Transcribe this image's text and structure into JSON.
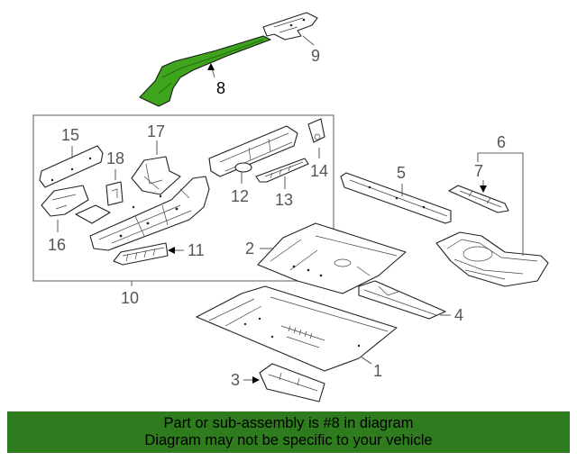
{
  "diagram": {
    "highlight_color": "#3ea31d",
    "callouts": {
      "c1": "1",
      "c2": "2",
      "c3": "3",
      "c4": "4",
      "c5": "5",
      "c6": "6",
      "c7": "7",
      "c8": "8",
      "c9": "9",
      "c10": "10",
      "c11": "11",
      "c12": "12",
      "c13": "13",
      "c14": "14",
      "c15": "15",
      "c16": "16",
      "c17": "17",
      "c18": "18"
    }
  },
  "banner": {
    "line1": "Part or sub-assembly is #8 in diagram",
    "line2": "Diagram may not be specific to your vehicle",
    "background": "#2f7c1f"
  }
}
